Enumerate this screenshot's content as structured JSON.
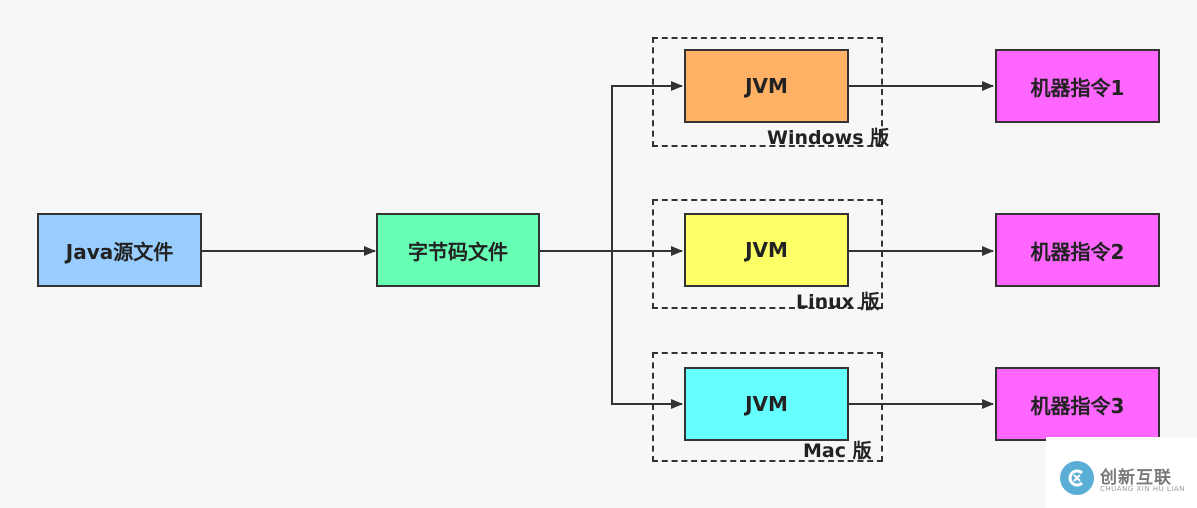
{
  "diagram": {
    "source": "Java源文件",
    "bytecode": "字节码文件",
    "jvms": [
      {
        "label": "JVM",
        "platform": "Windows 版",
        "color": "#ffb266",
        "output": "机器指令1"
      },
      {
        "label": "JVM",
        "platform": "Linux 版",
        "color": "#ffff66",
        "output": "机器指令2"
      },
      {
        "label": "JVM",
        "platform": "Mac 版",
        "color": "#66ffff",
        "output": "机器指令3"
      }
    ],
    "colors": {
      "source": "#99ccff",
      "bytecode": "#66ffb3",
      "output": "#ff66ff",
      "line": "#333333"
    }
  },
  "watermark": {
    "icon": "swirl-logo-icon",
    "text": "创新互联",
    "subtext": "CHUANG XIN HU LIAN"
  }
}
